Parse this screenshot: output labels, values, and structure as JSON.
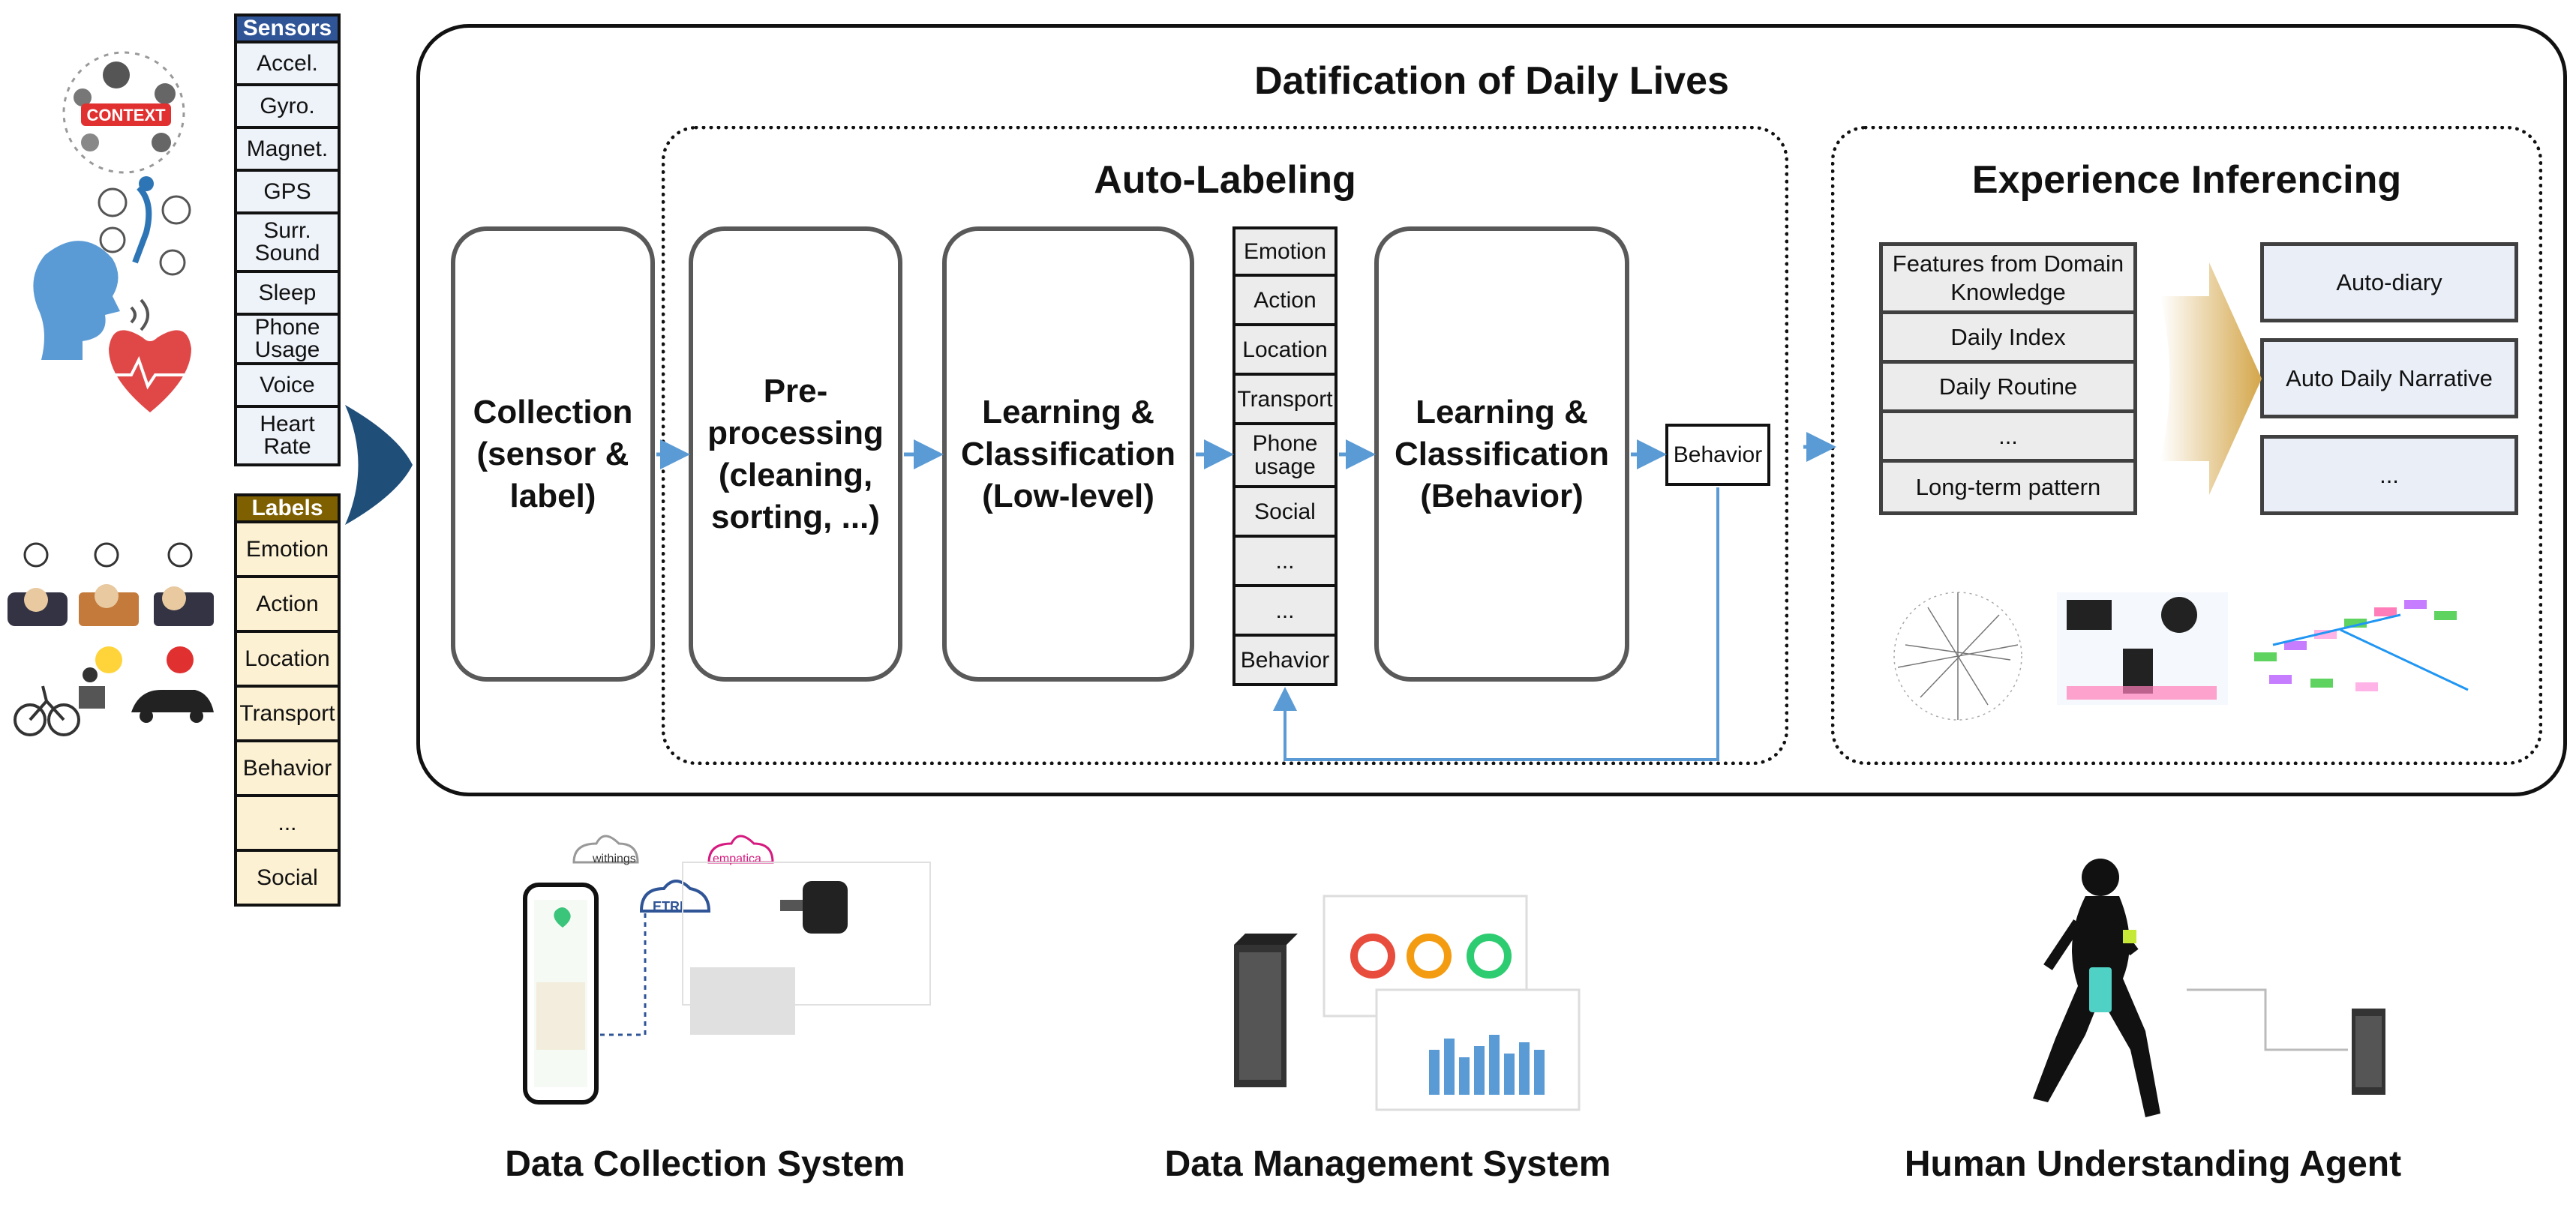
{
  "sensors": {
    "header": "Sensors",
    "items": [
      "Accel.",
      "Gyro.",
      "Magnet.",
      "GPS",
      "Surr. Sound",
      "Sleep",
      "Phone Usage",
      "Voice",
      "Heart Rate"
    ]
  },
  "labels": {
    "header": "Labels",
    "items": [
      "Emotion",
      "Action",
      "Location",
      "Transport",
      "Behavior",
      "...",
      "Social"
    ]
  },
  "main": {
    "title": "Datification of Daily Lives",
    "auto_labeling": {
      "title": "Auto-Labeling",
      "collection": "Collection (sensor & label)",
      "preprocessing": "Pre-processing (cleaning, sorting, ...)",
      "low_level": "Learning & Classification (Low-level)",
      "behavior_stage": "Learning & Classification (Behavior)",
      "stack": [
        "Emotion",
        "Action",
        "Location",
        "Transport",
        "Phone usage",
        "Social",
        "...",
        "...",
        "Behavior"
      ],
      "behavior_output": "Behavior"
    },
    "experience": {
      "title": "Experience Inferencing",
      "features": [
        "Features from Domain Knowledge",
        "Daily Index",
        "Daily Routine",
        "...",
        "Long-term pattern"
      ],
      "outputs": [
        "Auto-diary",
        "Auto Daily Narrative",
        "..."
      ]
    }
  },
  "systems": {
    "collection": "Data Collection System",
    "management": "Data Management System",
    "agent": "Human Understanding Agent"
  },
  "illustrations": {
    "context_badge": "CONTEXT",
    "withings_label": "withings",
    "empatica_label": "empatica",
    "etri_label": "ETRI"
  },
  "colors": {
    "sensors_header": "#2f5597",
    "labels_header": "#7f6000",
    "arrow_blue": "#5b9bd5",
    "big_arrow": "#1f4e79",
    "gold_arrow": "#d4a64a"
  }
}
